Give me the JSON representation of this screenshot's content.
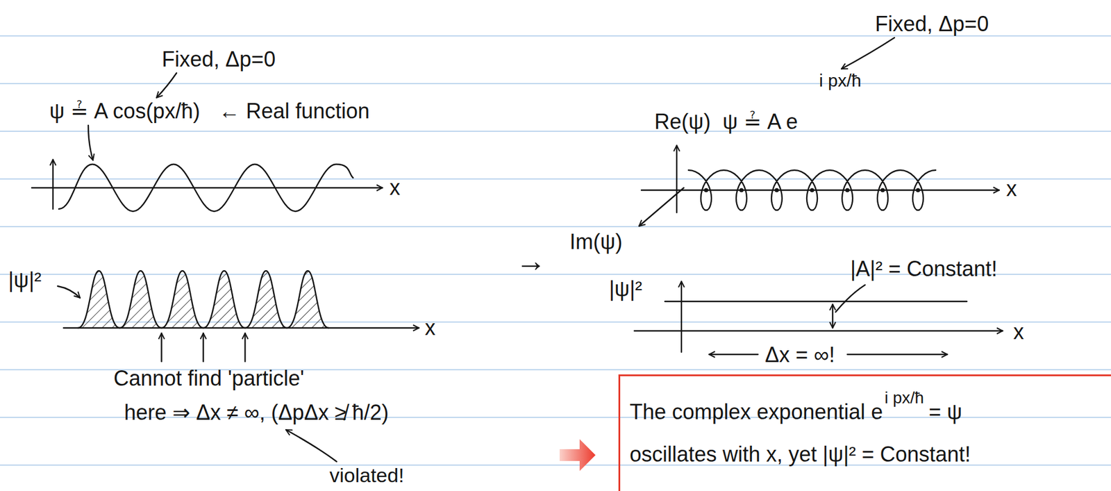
{
  "diagram": {
    "nodes": [
      {
        "text": [
          "The complex exponential e",
          "i px/ħ",
          "= ψ",
          "oscillates with x, yet |ψ|² = Constant!"
        ]
      }
    ],
    "labels": [
      "Fixed, Δp=0",
      "ψ ≟ A cos(px/ħ)",
      "← Real function",
      "x",
      "|ψ|²",
      "x",
      "Cannot find 'particle'",
      "here ⇒ Δx ≠ ∞, (ΔpΔx ≱ ħ/2)",
      "violated!",
      "→",
      "Fixed, Δp=0",
      "Re(ψ)",
      "ψ ≟ A e",
      "i px/ħ",
      "Im(ψ)",
      "x",
      "|ψ|²",
      "|A|² = Constant!",
      "x",
      "Δx = ∞!"
    ]
  }
}
